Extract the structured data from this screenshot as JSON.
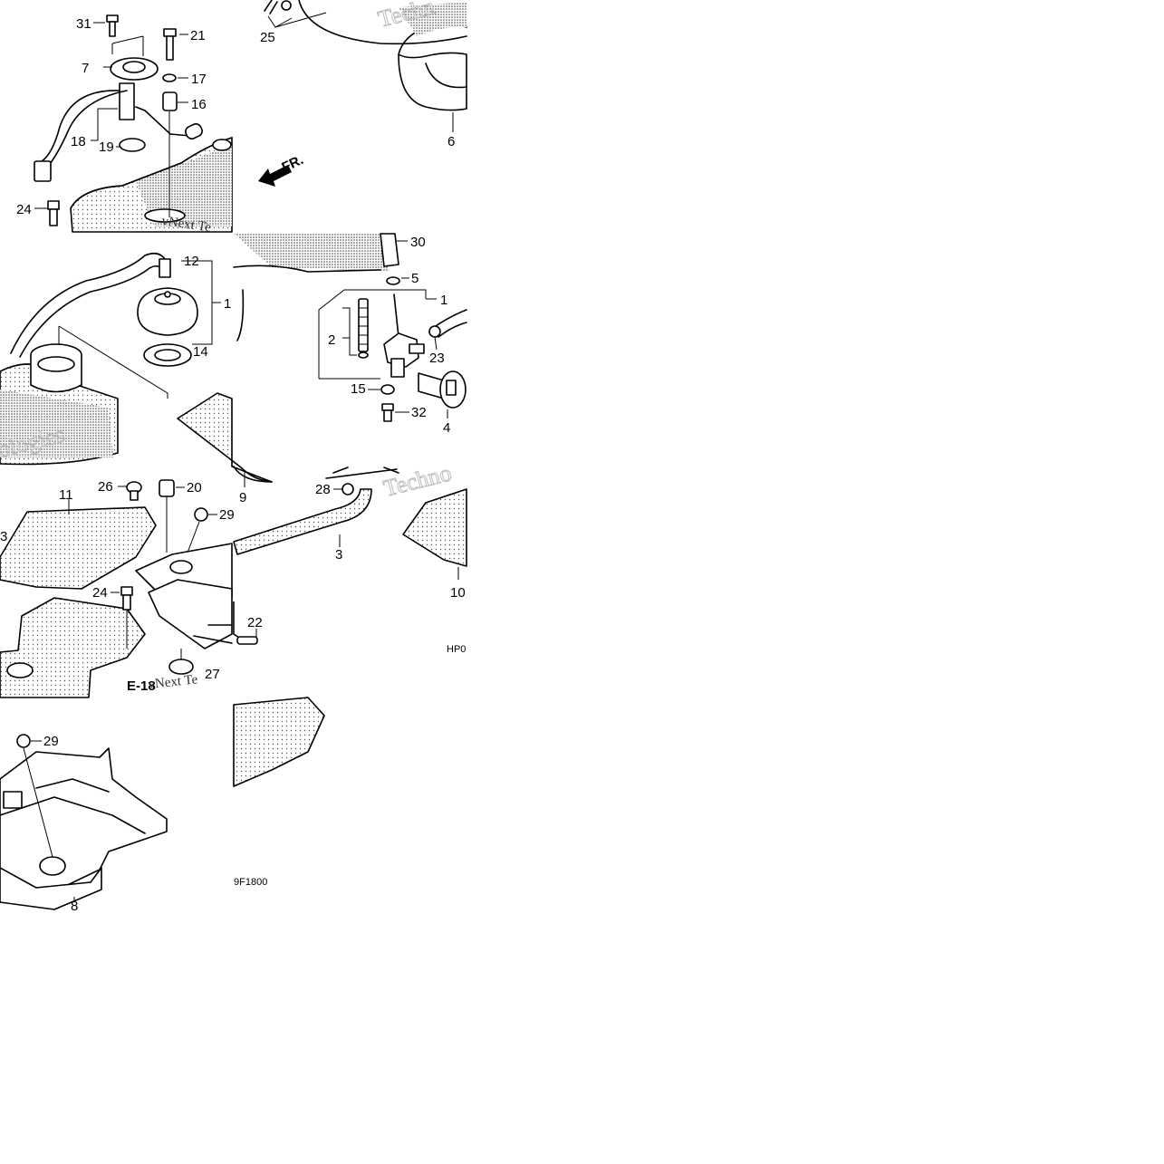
{
  "callouts": {
    "c31": "31",
    "c21": "21",
    "c7": "7",
    "c17": "17",
    "c16": "16",
    "c18": "18",
    "c19": "19",
    "c24a": "24",
    "c25": "25",
    "c6": "6",
    "c12": "12",
    "c1a": "1",
    "c14": "14",
    "c30": "30",
    "c5": "5",
    "c1b": "1",
    "c2": "2",
    "c23": "23",
    "c15": "15",
    "c32": "32",
    "c4": "4",
    "c9": "9",
    "c26": "26",
    "c20": "20",
    "c11": "11",
    "c29a": "29",
    "c3a": "3",
    "c28": "28",
    "c3b": "3",
    "c10": "10",
    "c24b": "24",
    "c22": "22",
    "c27": "27",
    "c29b": "29",
    "c8": "8"
  },
  "direction": {
    "label": "FR."
  },
  "reference": {
    "label": "E-18"
  },
  "codes": {
    "code_a": "HP0",
    "code_b": "9F1800"
  },
  "watermarks": {
    "w1": "Techn",
    "w2": "Techno",
    "w3": "vNext Te",
    "w4": "vNext Te",
    "w5": "ologies"
  }
}
